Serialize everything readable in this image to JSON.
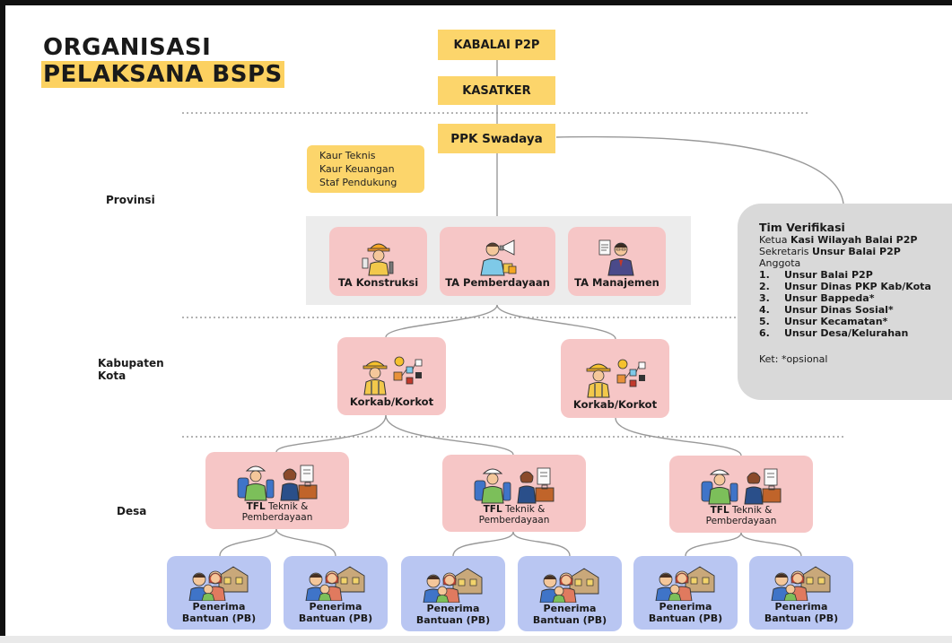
{
  "title": {
    "line1": "ORGANISASI",
    "line2": "PELAKSANA BSPS"
  },
  "top_boxes": {
    "kabalai": "KABALAI P2P",
    "kasatker": "KASATKER",
    "ppk": "PPK Swadaya"
  },
  "staff": [
    "Kaur Teknis",
    "Kaur Keuangan",
    "Staf Pendukung"
  ],
  "levels": {
    "provinsi": "Provinsi",
    "kabupaten_line1": "Kabupaten",
    "kabupaten_line2": "Kota",
    "desa": "Desa"
  },
  "ta": [
    {
      "label": "TA Konstruksi",
      "icon": "construction-worker-icon"
    },
    {
      "label": "TA Pemberdayaan",
      "icon": "megaphone-speaker-icon"
    },
    {
      "label": "TA Manajemen",
      "icon": "manager-document-icon"
    }
  ],
  "korkab": [
    {
      "label": "Korkab/Korkot",
      "icon": "coordinator-worker-icon"
    },
    {
      "label": "Korkab/Korkot",
      "icon": "coordinator-worker-icon"
    }
  ],
  "tfl": [
    {
      "bold": "TFL",
      "rest": " Teknik &",
      "line2": "Pemberdayaan",
      "icon": "field-team-icon"
    },
    {
      "bold": "TFL",
      "rest": " Teknik &",
      "line2": "Pemberdayaan",
      "icon": "field-team-icon"
    },
    {
      "bold": "TFL",
      "rest": " Teknik &",
      "line2": "Pemberdayaan",
      "icon": "field-team-icon"
    }
  ],
  "pb": [
    {
      "line1": "Penerima",
      "line2": "Bantuan (PB)",
      "icon": "family-house-icon"
    },
    {
      "line1": "Penerima",
      "line2": "Bantuan (PB)",
      "icon": "family-house-icon"
    },
    {
      "line1": "Penerima",
      "line2": "Bantuan (PB)",
      "icon": "family-house-icon"
    },
    {
      "line1": "Penerima",
      "line2": "Bantuan (PB)",
      "icon": "family-house-icon"
    },
    {
      "line1": "Penerima",
      "line2": "Bantuan (PB)",
      "icon": "family-house-icon"
    },
    {
      "line1": "Penerima",
      "line2": "Bantuan (PB)",
      "icon": "family-house-icon"
    }
  ],
  "tim": {
    "title": "Tim Verifikasi",
    "ketua_prefix": "Ketua ",
    "ketua_value": "Kasi Wilayah Balai P2P",
    "sekretaris_prefix": "Sekretaris ",
    "sekretaris_value": "Unsur Balai P2P",
    "anggota": "Anggota",
    "members": [
      {
        "n": "1.",
        "text": "Unsur Balai P2P"
      },
      {
        "n": "2.",
        "text": "Unsur Dinas PKP Kab/Kota"
      },
      {
        "n": "3.",
        "text": "Unsur Bappeda*"
      },
      {
        "n": "4.",
        "text": "Unsur Dinas Sosial*"
      },
      {
        "n": "5.",
        "text": "Unsur Kecamatan*"
      },
      {
        "n": "6.",
        "text": "Unsur Desa/Kelurahan"
      }
    ],
    "note": "Ket: *opsional"
  },
  "colors": {
    "yellow": "#fcd56b",
    "pink": "#f6c6c6",
    "blue": "#b9c6f2",
    "grey_panel": "#ececec",
    "tim_grey": "#d9d9d9"
  }
}
